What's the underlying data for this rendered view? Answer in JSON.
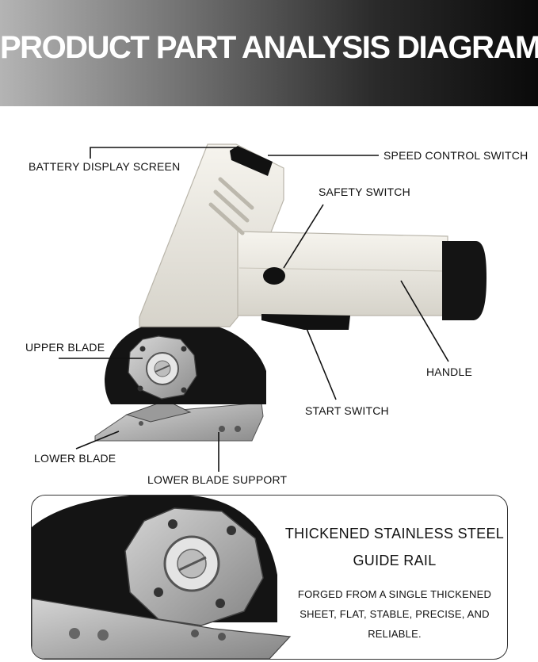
{
  "header": {
    "title": "PRODUCT PART ANALYSIS DIAGRAM"
  },
  "diagram": {
    "labels": {
      "battery_display_screen": "BATTERY DISPLAY SCREEN",
      "speed_control_switch": "SPEED CONTROL SWITCH",
      "safety_switch": "SAFETY SWITCH",
      "upper_blade": "UPPER BLADE",
      "handle": "HANDLE",
      "start_switch": "START SWITCH",
      "lower_blade": "LOWER BLADE",
      "lower_blade_support": "LOWER BLADE SUPPORT"
    }
  },
  "detail": {
    "heading_line1": "THICKENED STAINLESS STEEL",
    "heading_line2": "GUIDE RAIL",
    "text_line1": "FORGED FROM A SINGLE THICKENED",
    "text_line2": "SHEET, FLAT, STABLE, PRECISE, AND",
    "text_line3": "RELIABLE."
  },
  "colors": {
    "tool_body": "#ece9e0",
    "tool_dark": "#111111",
    "blade_metal": "#b8b8b8"
  }
}
